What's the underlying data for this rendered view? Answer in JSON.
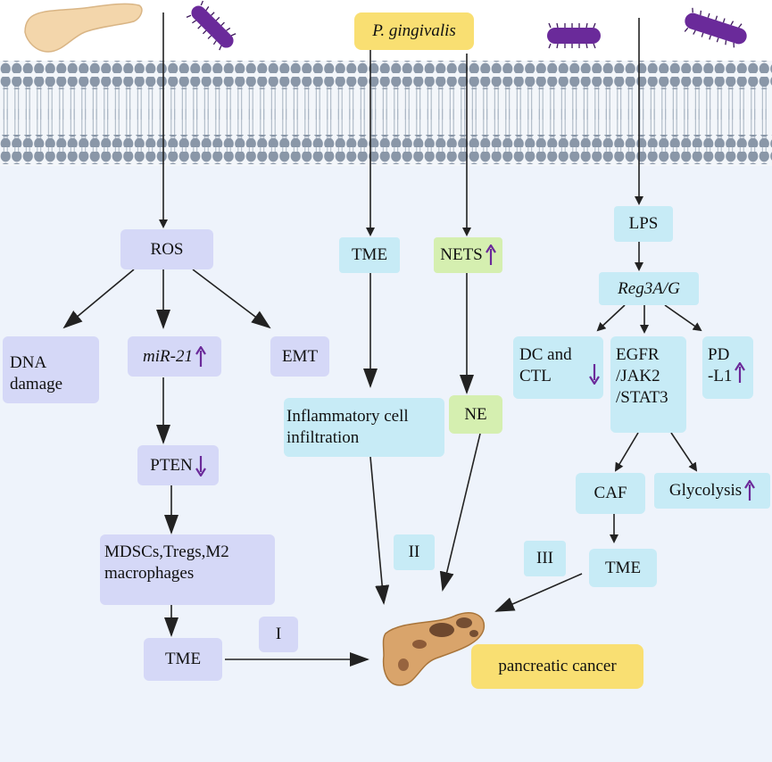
{
  "pathogen_label": "P. gingivalis",
  "membrane": {
    "lipid_color": "#8a97a8",
    "bg_color": "#eef3fb"
  },
  "colors": {
    "lavender": "#d5d8f7",
    "cyan": "#c7ebf6",
    "green": "#d5efb0",
    "yellow": "#f9df72",
    "purple_arrow": "#6b2a9a",
    "bacteria": "#6a2a9a"
  },
  "icons": [
    "pancreas-icon",
    "bacterium-icon",
    "tumor-pancreas-icon",
    "up-arrow-icon",
    "down-arrow-icon"
  ],
  "pathway_I": {
    "ros": "ROS",
    "dna_damage": "DNA damage",
    "mir21": "miR-21",
    "emt": "EMT",
    "pten": "PTEN",
    "mdsc": "MDSCs,Tregs,M2 macrophages",
    "tme": "TME",
    "label": "I"
  },
  "pathway_II": {
    "tme": "TME",
    "nets": "NETS",
    "inflammatory": "Inflammatory cell infiltration",
    "ne": "NE",
    "label": "II"
  },
  "pathway_III": {
    "lps": "LPS",
    "reg3": "Reg3A/G",
    "dc": "DC and CTL",
    "egfr": "EGFR /JAK2 /STAT3",
    "pdl1": "PD -L1",
    "caf": "CAF",
    "glycolysis": "Glycolysis",
    "tme": "TME",
    "label": "III"
  },
  "outcome": "pancreatic cancer"
}
